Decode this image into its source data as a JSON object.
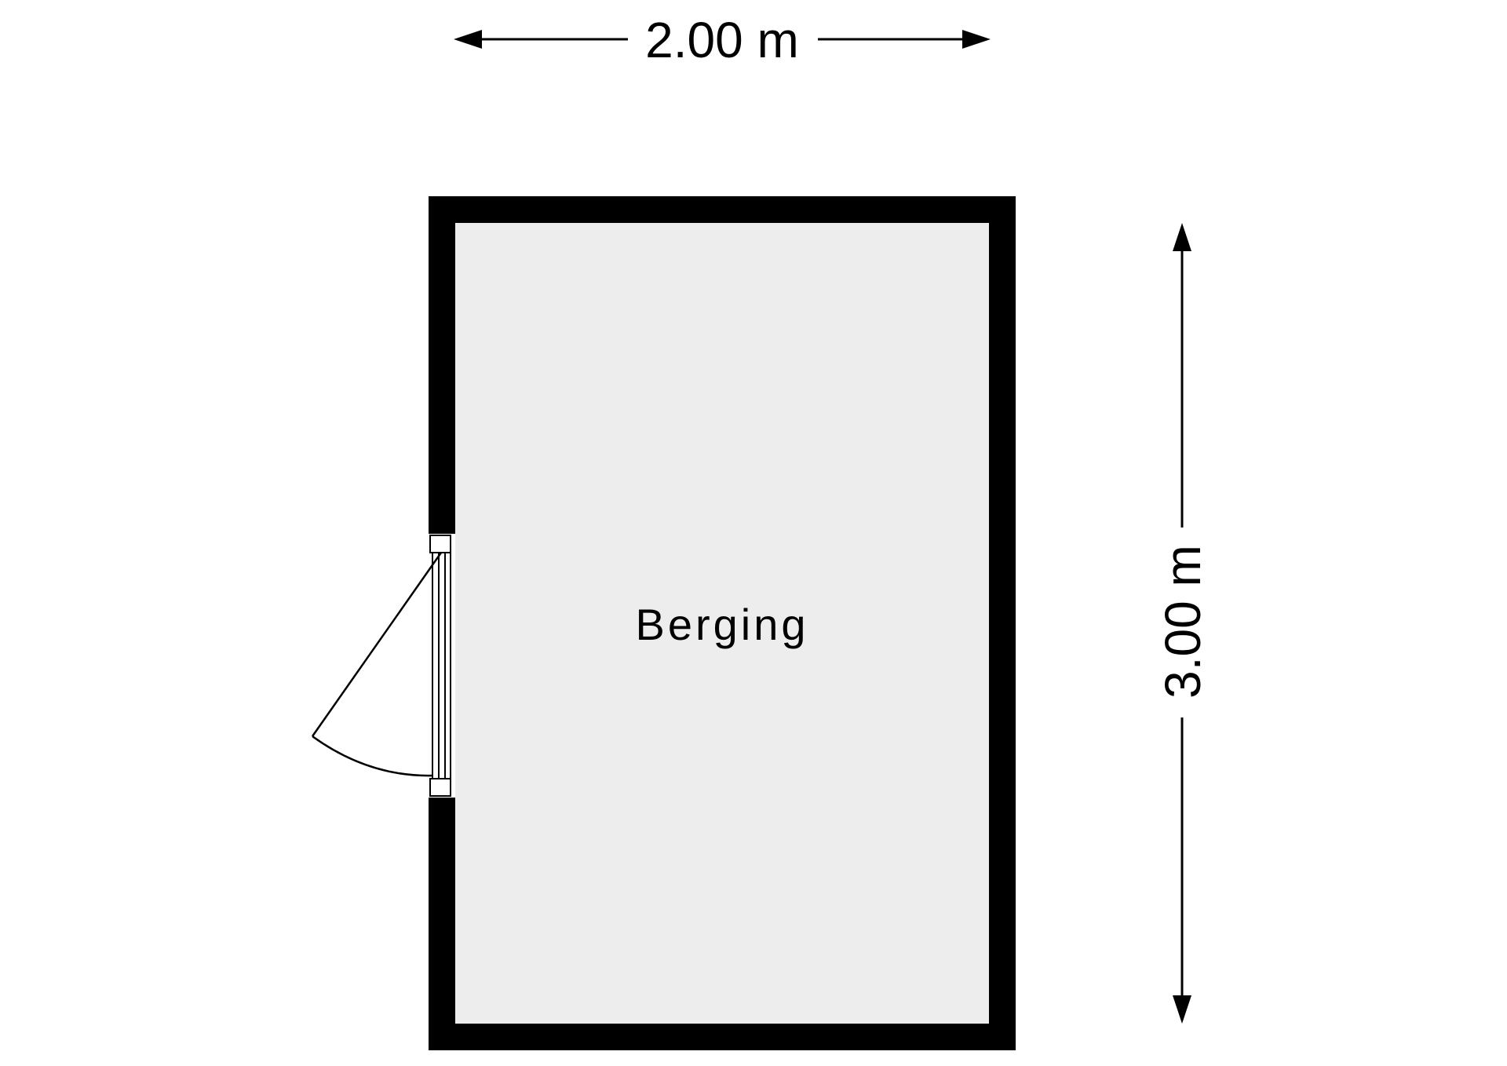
{
  "room": {
    "label": "Berging"
  },
  "dimensions": {
    "width_label": "2.00 m",
    "height_label": "3.00 m"
  },
  "colors": {
    "wall": "#000000",
    "floor": "#ededed",
    "background": "#ffffff"
  }
}
